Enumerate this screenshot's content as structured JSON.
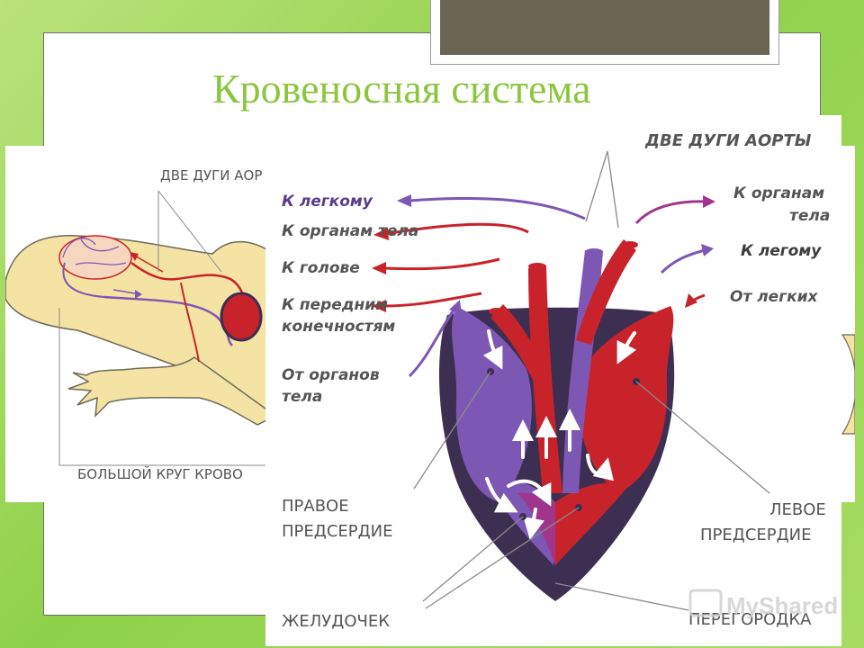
{
  "slide": {
    "title": "Кровеносная система"
  },
  "lizard_panel": {
    "aorta_label": "ДВЕ ДУГИ АОР",
    "circulation_label": "БОЛЬШОЙ КРУГ КРОВО"
  },
  "heart_diagram": {
    "aorta_label": "ДВЕ ДУГИ АОРТЫ",
    "left_labels": {
      "to_lung": "К легкому",
      "to_body_organs": "К органам тела",
      "to_head": "К голове",
      "to_forelimbs_1": "К передним",
      "to_forelimbs_2": "конечностям",
      "from_body_organs_1": "От органов",
      "from_body_organs_2": "тела"
    },
    "right_labels": {
      "to_organs_1": "К органам",
      "to_organs_2": "тела",
      "to_lung": "К легому",
      "from_lungs": "От легких"
    },
    "right_atrium_1": "ПРАВОЕ",
    "right_atrium_2": "ПРЕДСЕРДИЕ",
    "left_atrium_1": "ЛЕВОЕ",
    "left_atrium_2": "ПРЕДСЕРДИЕ",
    "ventricle": "ЖЕЛУДОЧЕК",
    "septum": "ПЕРЕГОРОДКА"
  },
  "watermark": {
    "text": "MyShared"
  },
  "colors": {
    "arterial": "#c8232a",
    "venous": "#7d57b4",
    "mixed": "#a0368c",
    "title": "#8cc63f",
    "lizard_skin": "#f5e3a3",
    "heart_outline": "#3d2f52"
  }
}
